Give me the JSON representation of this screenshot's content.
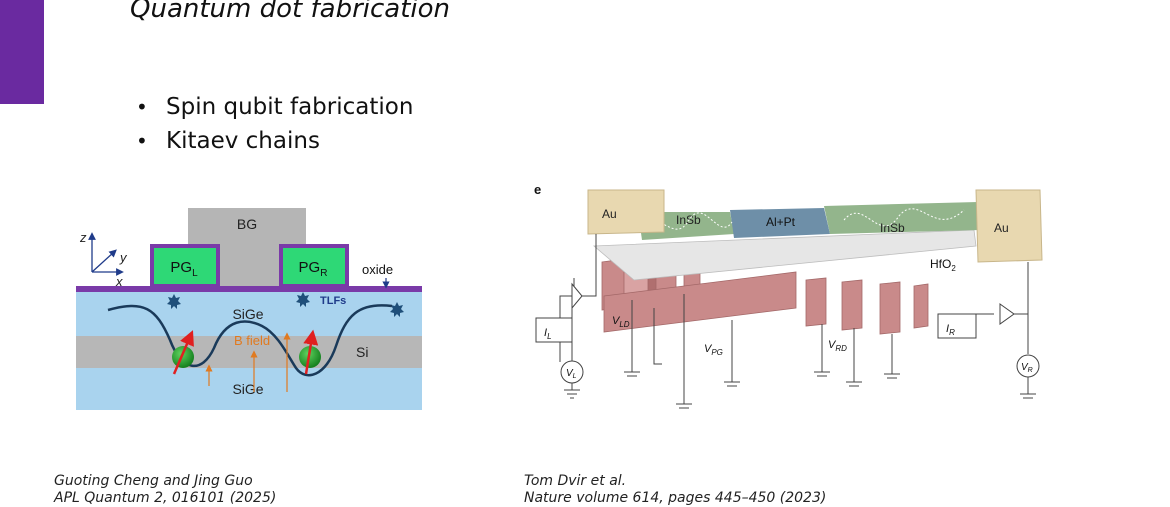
{
  "slide": {
    "title": "Quantum dot fabrication",
    "accent_color": "#6a2aa0",
    "bullets": [
      "Spin qubit fabrication",
      "Kitaev chains"
    ]
  },
  "figure_left": {
    "labels": {
      "bg": "BG",
      "pg_left": "PG",
      "pg_left_sub": "L",
      "pg_right": "PG",
      "pg_right_sub": "R",
      "oxide": "oxide",
      "tlfs": "TLFs",
      "sige_top": "SiGe",
      "si": "Si",
      "sige_bottom": "SiGe",
      "bfield": "B field",
      "axis_z": "z",
      "axis_y": "y",
      "axis_x": "x"
    },
    "citation": [
      "Guoting Cheng and Jing Guo",
      "APL Quantum 2, 016101 (2025)"
    ]
  },
  "figure_right": {
    "labels": {
      "panel": "e",
      "au_left": "Au",
      "au_right": "Au",
      "insb_left": "InSb",
      "insb_right": "InSb",
      "alpt": "Al+Pt",
      "hfo2": "HfO",
      "hfo2_sub": "2",
      "vld": "V",
      "vld_sub": "LD",
      "vpg": "V",
      "vpg_sub": "PG",
      "vrd": "V",
      "vrd_sub": "RD",
      "il": "I",
      "il_sub": "L",
      "ir": "I",
      "ir_sub": "R",
      "vl": "V",
      "vl_sub": "L",
      "vr": "V",
      "vr_sub": "R"
    },
    "citation": [
      "Tom Dvir et al.",
      "Nature volume 614, pages 445–450 (2023)"
    ]
  }
}
